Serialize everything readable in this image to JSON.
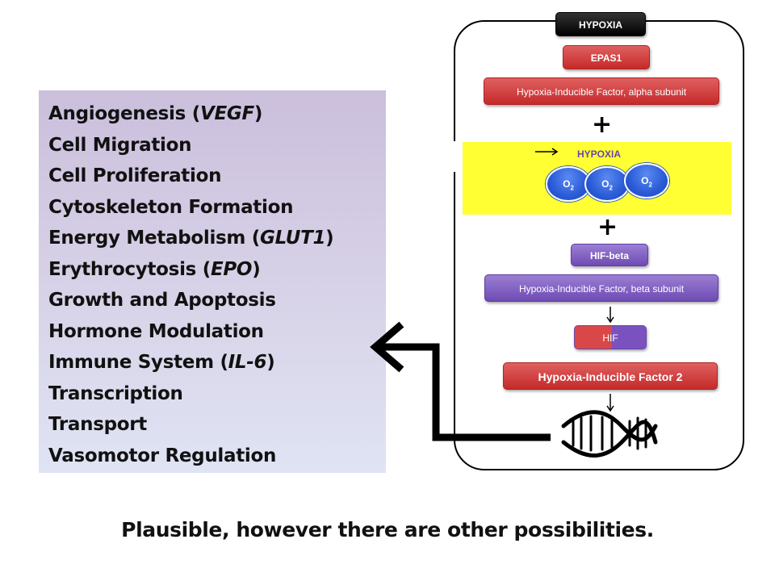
{
  "functions": [
    {
      "text": "Angiogenesis (",
      "italic": "VEGF",
      "suffix": ")"
    },
    {
      "text": "Cell Migration",
      "italic": "",
      "suffix": ""
    },
    {
      "text": "Cell Proliferation",
      "italic": "",
      "suffix": ""
    },
    {
      "text": "Cytoskeleton Formation",
      "italic": "",
      "suffix": ""
    },
    {
      "text": "Energy Metabolism (",
      "italic": "GLUT1",
      "suffix": ")"
    },
    {
      "text": "Erythrocytosis (",
      "italic": "EPO",
      "suffix": ")"
    },
    {
      "text": "Growth and Apoptosis",
      "italic": "",
      "suffix": ""
    },
    {
      "text": "Hormone Modulation",
      "italic": "",
      "suffix": ""
    },
    {
      "text": "Immune System (",
      "italic": "IL-6",
      "suffix": ")"
    },
    {
      "text": "Transcription",
      "italic": "",
      "suffix": ""
    },
    {
      "text": "Transport",
      "italic": "",
      "suffix": ""
    },
    {
      "text": "Vasomotor Regulation",
      "italic": "",
      "suffix": ""
    }
  ],
  "pathway": {
    "hypoxia_top": "HYPOXIA",
    "epas1": "EPAS1",
    "hif_alpha": "Hypoxia-Inducible Factor, alpha subunit",
    "plus_1": "+",
    "band_label": "HYPOXIA",
    "o2_labels": [
      "O",
      "O",
      "O"
    ],
    "o2_subscript": "2",
    "plus_2": "+",
    "hif_beta": "HIF-beta",
    "hif_beta_full": "Hypoxia-Inducible Factor, beta subunit",
    "hif": "HIF",
    "hif2": "Hypoxia-Inducible Factor 2"
  },
  "caption": "Plausible, however there are other possibilities.",
  "icons": [
    "right-arrow-icon",
    "down-arrow-icon",
    "dna-icon",
    "elbow-arrow-icon"
  ],
  "colors": {
    "panel": "#d4cce4",
    "red_pill": "#c52a2a",
    "purple_pill": "#6e4bb3",
    "band": "#ffff33",
    "oxygen": "#2a5bd8"
  }
}
